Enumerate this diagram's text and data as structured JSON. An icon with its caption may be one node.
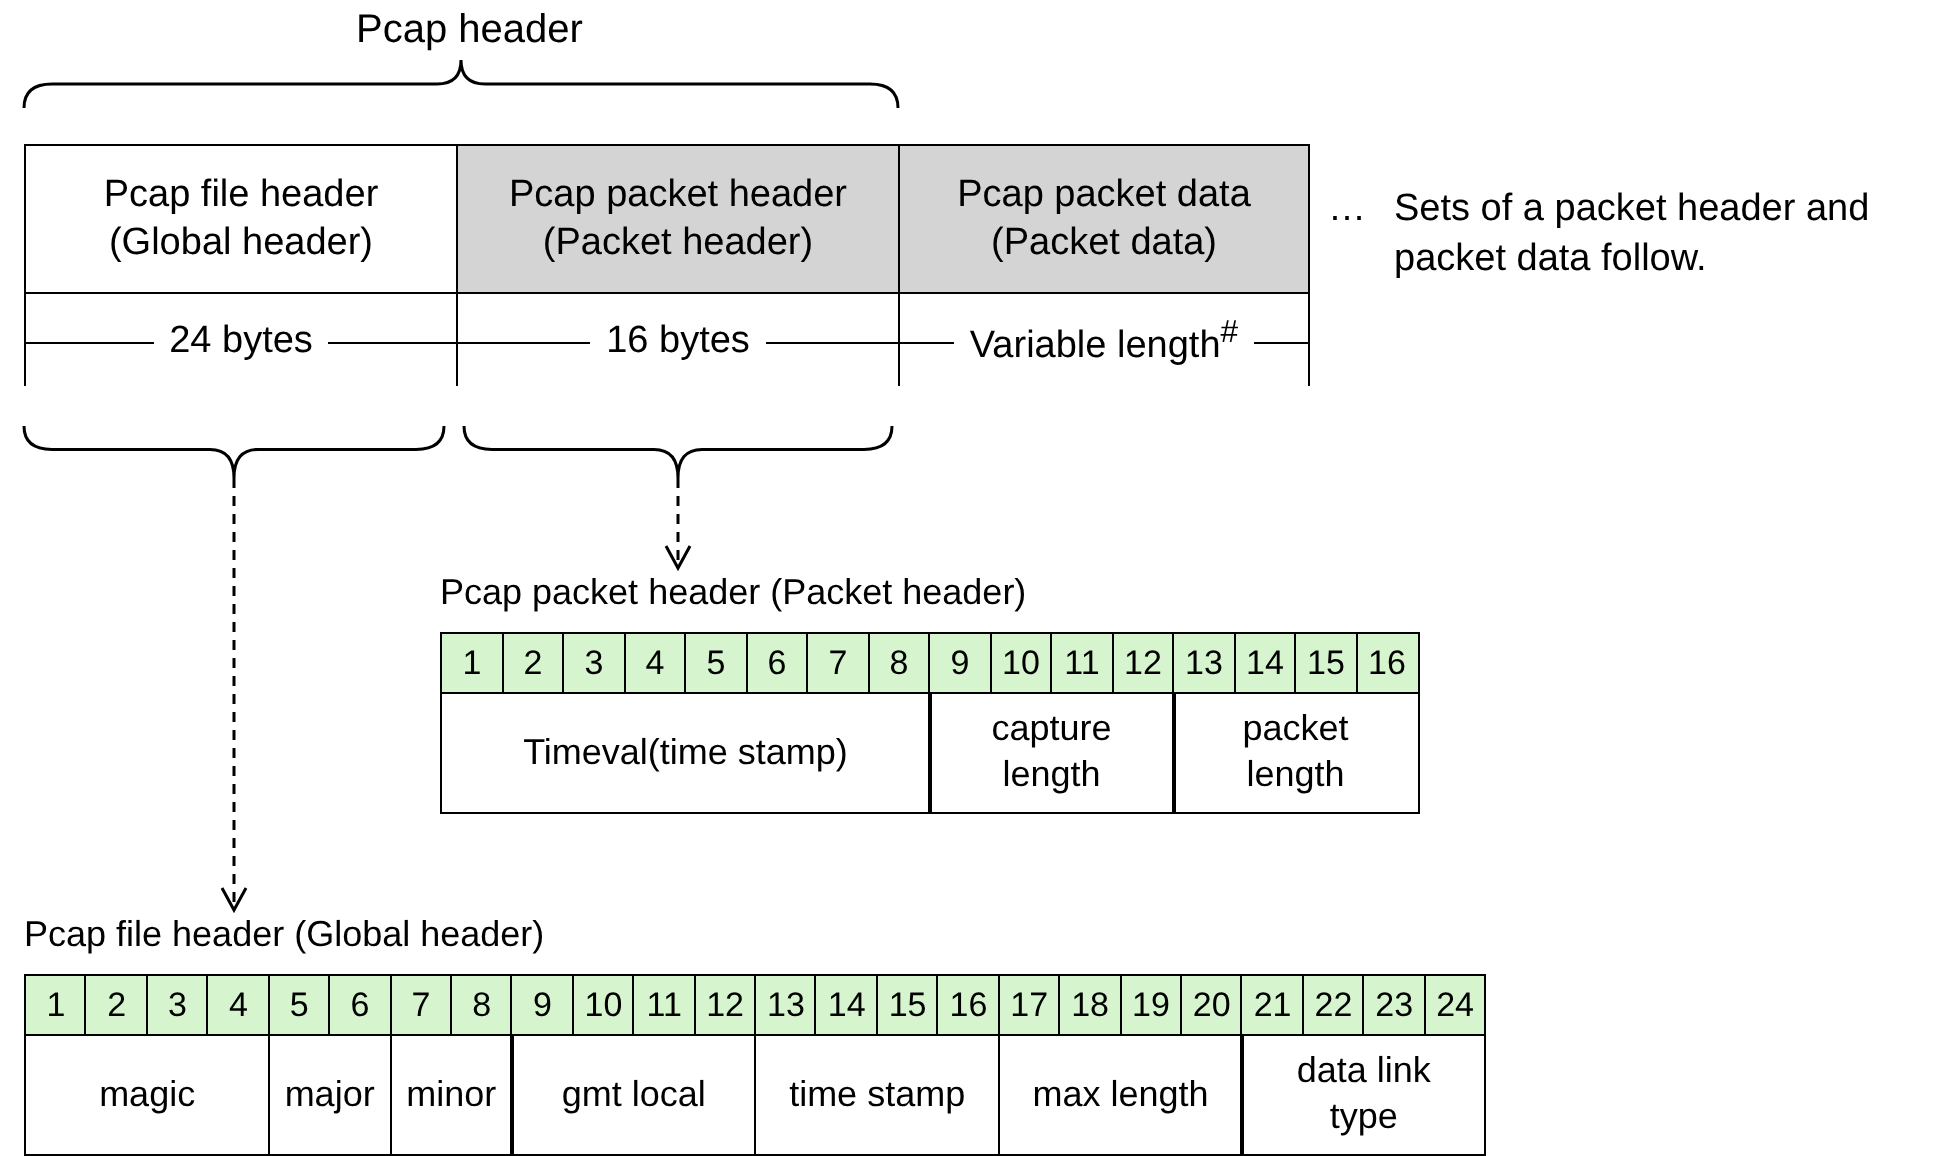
{
  "diagram": {
    "nodes": [
      {
        "text": [
          "Pcap file header (Global header)",
          "24 bytes"
        ]
      },
      {
        "text": [
          "Pcap packet header (Packet header)",
          "16 bytes"
        ]
      },
      {
        "text": [
          "Pcap packet data (Packet data)",
          "Variable length$^{#}$"
        ]
      },
      {
        "text": [],
        "shape": "bracket"
      },
      {
        "text": [],
        "shape": "bracket"
      },
      {
        "text": [
          "Pcap packet header (Packet header)"
        ]
      },
      {
        "text": [
          "Pcap file header (Global header)"
        ]
      }
    ],
    "edges": [
      {
        "from": 3,
        "to": 6,
        "arrow": "to",
        "style": "dashed"
      },
      {
        "from": 4,
        "to": 5,
        "arrow": "to",
        "style": "dashed"
      }
    ],
    "labels": [
      "Pcap header",
      "…",
      "Sets of a packet header and packet data follow.",
      "1",
      "2",
      "3",
      "4",
      "5",
      "6",
      "7",
      "8",
      "9",
      "10",
      "11",
      "12",
      "13",
      "14",
      "15",
      "16",
      "Timeval(time stamp)",
      "capture length",
      "packet length",
      "1",
      "2",
      "3",
      "4",
      "5",
      "6",
      "7",
      "8",
      "9",
      "10",
      "11",
      "12",
      "13",
      "14",
      "15",
      "16",
      "17",
      "18",
      "19",
      "20",
      "21",
      "22",
      "23",
      "24",
      "magic",
      "major",
      "minor",
      "gmt local",
      "time stamp",
      "max length",
      "data link type"
    ]
  }
}
